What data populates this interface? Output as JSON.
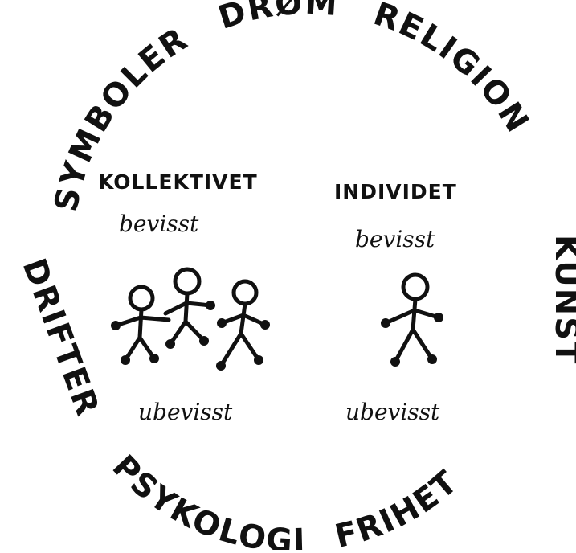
{
  "ring_words": {
    "drom": "DRØM",
    "religion": "RELIGION",
    "kunst": "KUNST",
    "frihet": "FRIHET",
    "psykologi": "PSYKOLOGI",
    "drifter": "DRIFTER",
    "symboler": "SYMBOLER"
  },
  "left_group": {
    "title": "KOLLEKTIVET",
    "conscious": "bevisst",
    "unconscious": "ubevisst"
  },
  "right_group": {
    "title": "INDIVIDET",
    "conscious": "bevisst",
    "unconscious": "ubevisst"
  },
  "colors": {
    "ink": "#111111",
    "paper": "#ffffff"
  }
}
